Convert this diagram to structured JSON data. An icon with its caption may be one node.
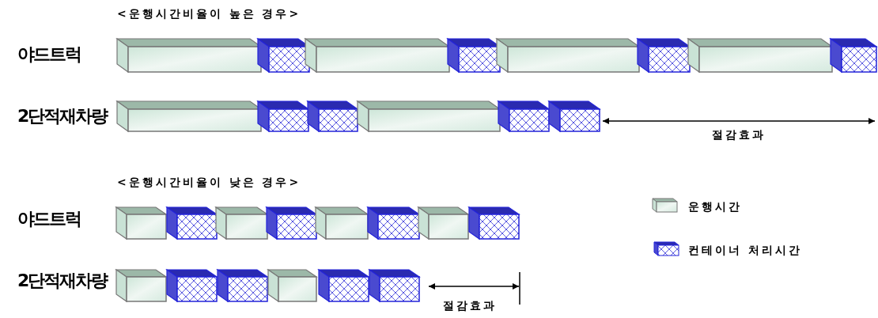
{
  "diagram": {
    "labels": [
      "<운행시간비율이 높은 경우>",
      "야드트럭",
      "2단적재차량",
      "절감효과",
      "<운행시간비율이 낮은 경우>",
      "야드트럭",
      "2단적재차량",
      "절감효과"
    ],
    "legend": [
      {
        "text": "운행시간"
      },
      {
        "text": "컨테이너 처리시간"
      }
    ]
  }
}
